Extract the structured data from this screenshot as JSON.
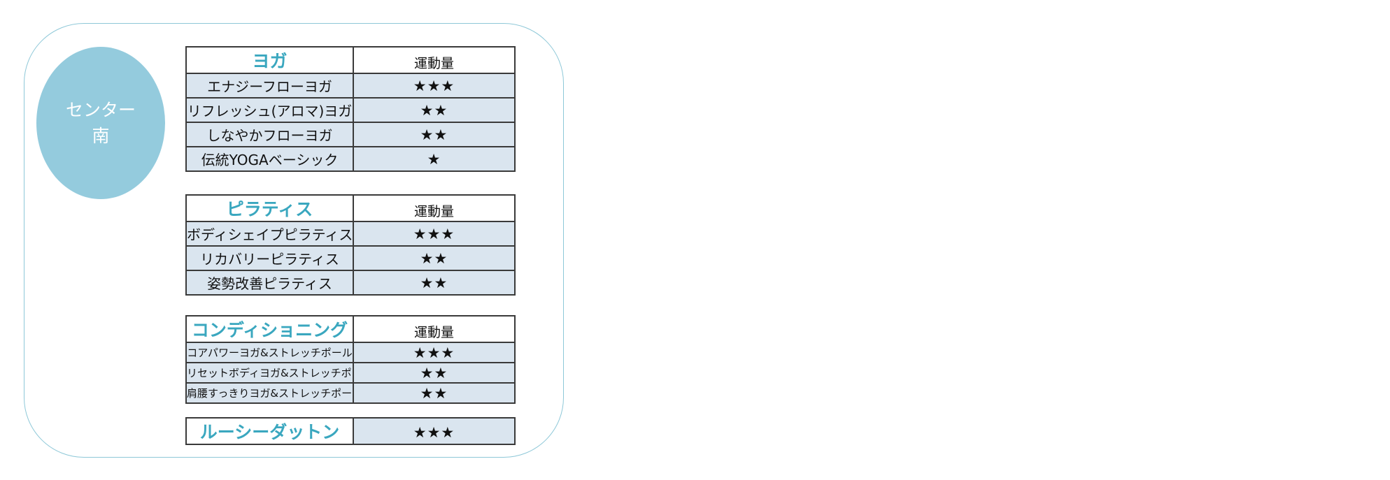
{
  "center": {
    "line1": "センター",
    "line2": "南"
  },
  "header_label": "運動量",
  "categories": [
    {
      "name": "ヨガ",
      "items": [
        {
          "name": "エナジーフローヨガ",
          "stars": "★★★"
        },
        {
          "name": "リフレッシュ(アロマ)ヨガ",
          "stars": "★★"
        },
        {
          "name": "しなやかフローヨガ",
          "stars": "★★"
        },
        {
          "name": "伝統YOGAベーシック",
          "stars": "★"
        }
      ]
    },
    {
      "name": "ピラティス",
      "items": [
        {
          "name": "ボディシェイプピラティス",
          "stars": "★★★"
        },
        {
          "name": "リカバリーピラティス",
          "stars": "★★"
        },
        {
          "name": "姿勢改善ピラティス",
          "stars": "★★"
        }
      ]
    },
    {
      "name": "コンディショニング",
      "items": [
        {
          "name": "コアパワーヨガ&ストレッチポール",
          "stars": "★★★"
        },
        {
          "name": "リセットボディヨガ&ストレッチポール",
          "stars": "★★"
        },
        {
          "name": "肩腰すっきりヨガ&ストレッチポール",
          "stars": "★★"
        }
      ]
    },
    {
      "name": "ルーシーダットン",
      "stars": "★★★"
    }
  ],
  "colors": {
    "accent": "#3aa7bf",
    "oval": "#94cbdd",
    "row_fill": "#dae5ef",
    "border": "#8ec8d8"
  }
}
